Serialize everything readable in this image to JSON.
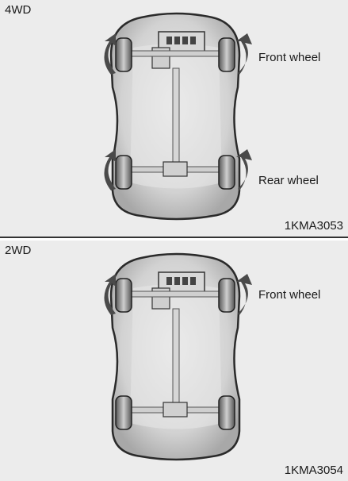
{
  "panels": [
    {
      "mode": "4WD",
      "labels": {
        "front": "Front wheel",
        "rear": "Rear wheel"
      },
      "code": "1KMA3053",
      "driven_wheels": [
        "front",
        "rear"
      ]
    },
    {
      "mode": "2WD",
      "labels": {
        "front": "Front wheel"
      },
      "code": "1KMA3054",
      "driven_wheels": [
        "front"
      ]
    }
  ],
  "colors": {
    "background": "#ececec",
    "body": "#d0d0d0",
    "outline": "#2a2a2a",
    "arrow": "#4a4a4a"
  }
}
